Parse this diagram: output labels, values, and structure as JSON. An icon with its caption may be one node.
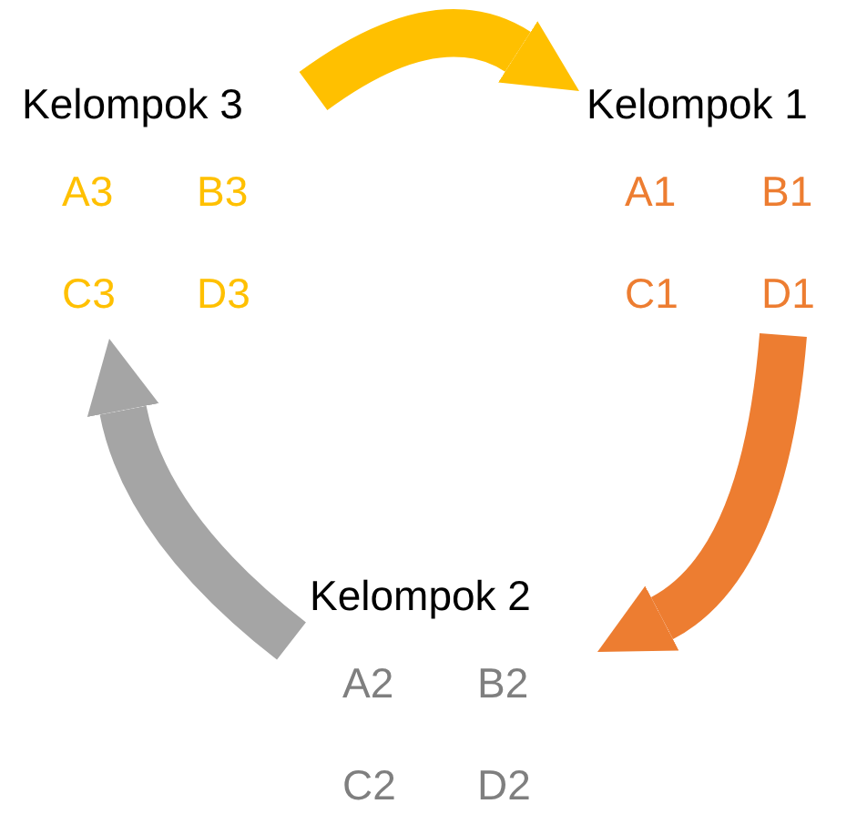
{
  "diagram": {
    "nodes": [
      {
        "text": [
          "Kelompok 3",
          "A3",
          "B3",
          "C3",
          "D3"
        ]
      },
      {
        "text": [
          "Kelompok 1",
          "A1",
          "B1",
          "C1",
          "D1"
        ]
      },
      {
        "text": [
          "Kelompok 2",
          "A2",
          "B2",
          "C2",
          "D2"
        ]
      }
    ],
    "edges": [
      {
        "from": 0,
        "to": 1,
        "arrow": "to",
        "color": "#ffc000"
      },
      {
        "from": 1,
        "to": 2,
        "arrow": "to",
        "color": "#ed7d31"
      },
      {
        "from": 2,
        "to": 0,
        "arrow": "to",
        "color": "#a5a5a5"
      }
    ]
  }
}
